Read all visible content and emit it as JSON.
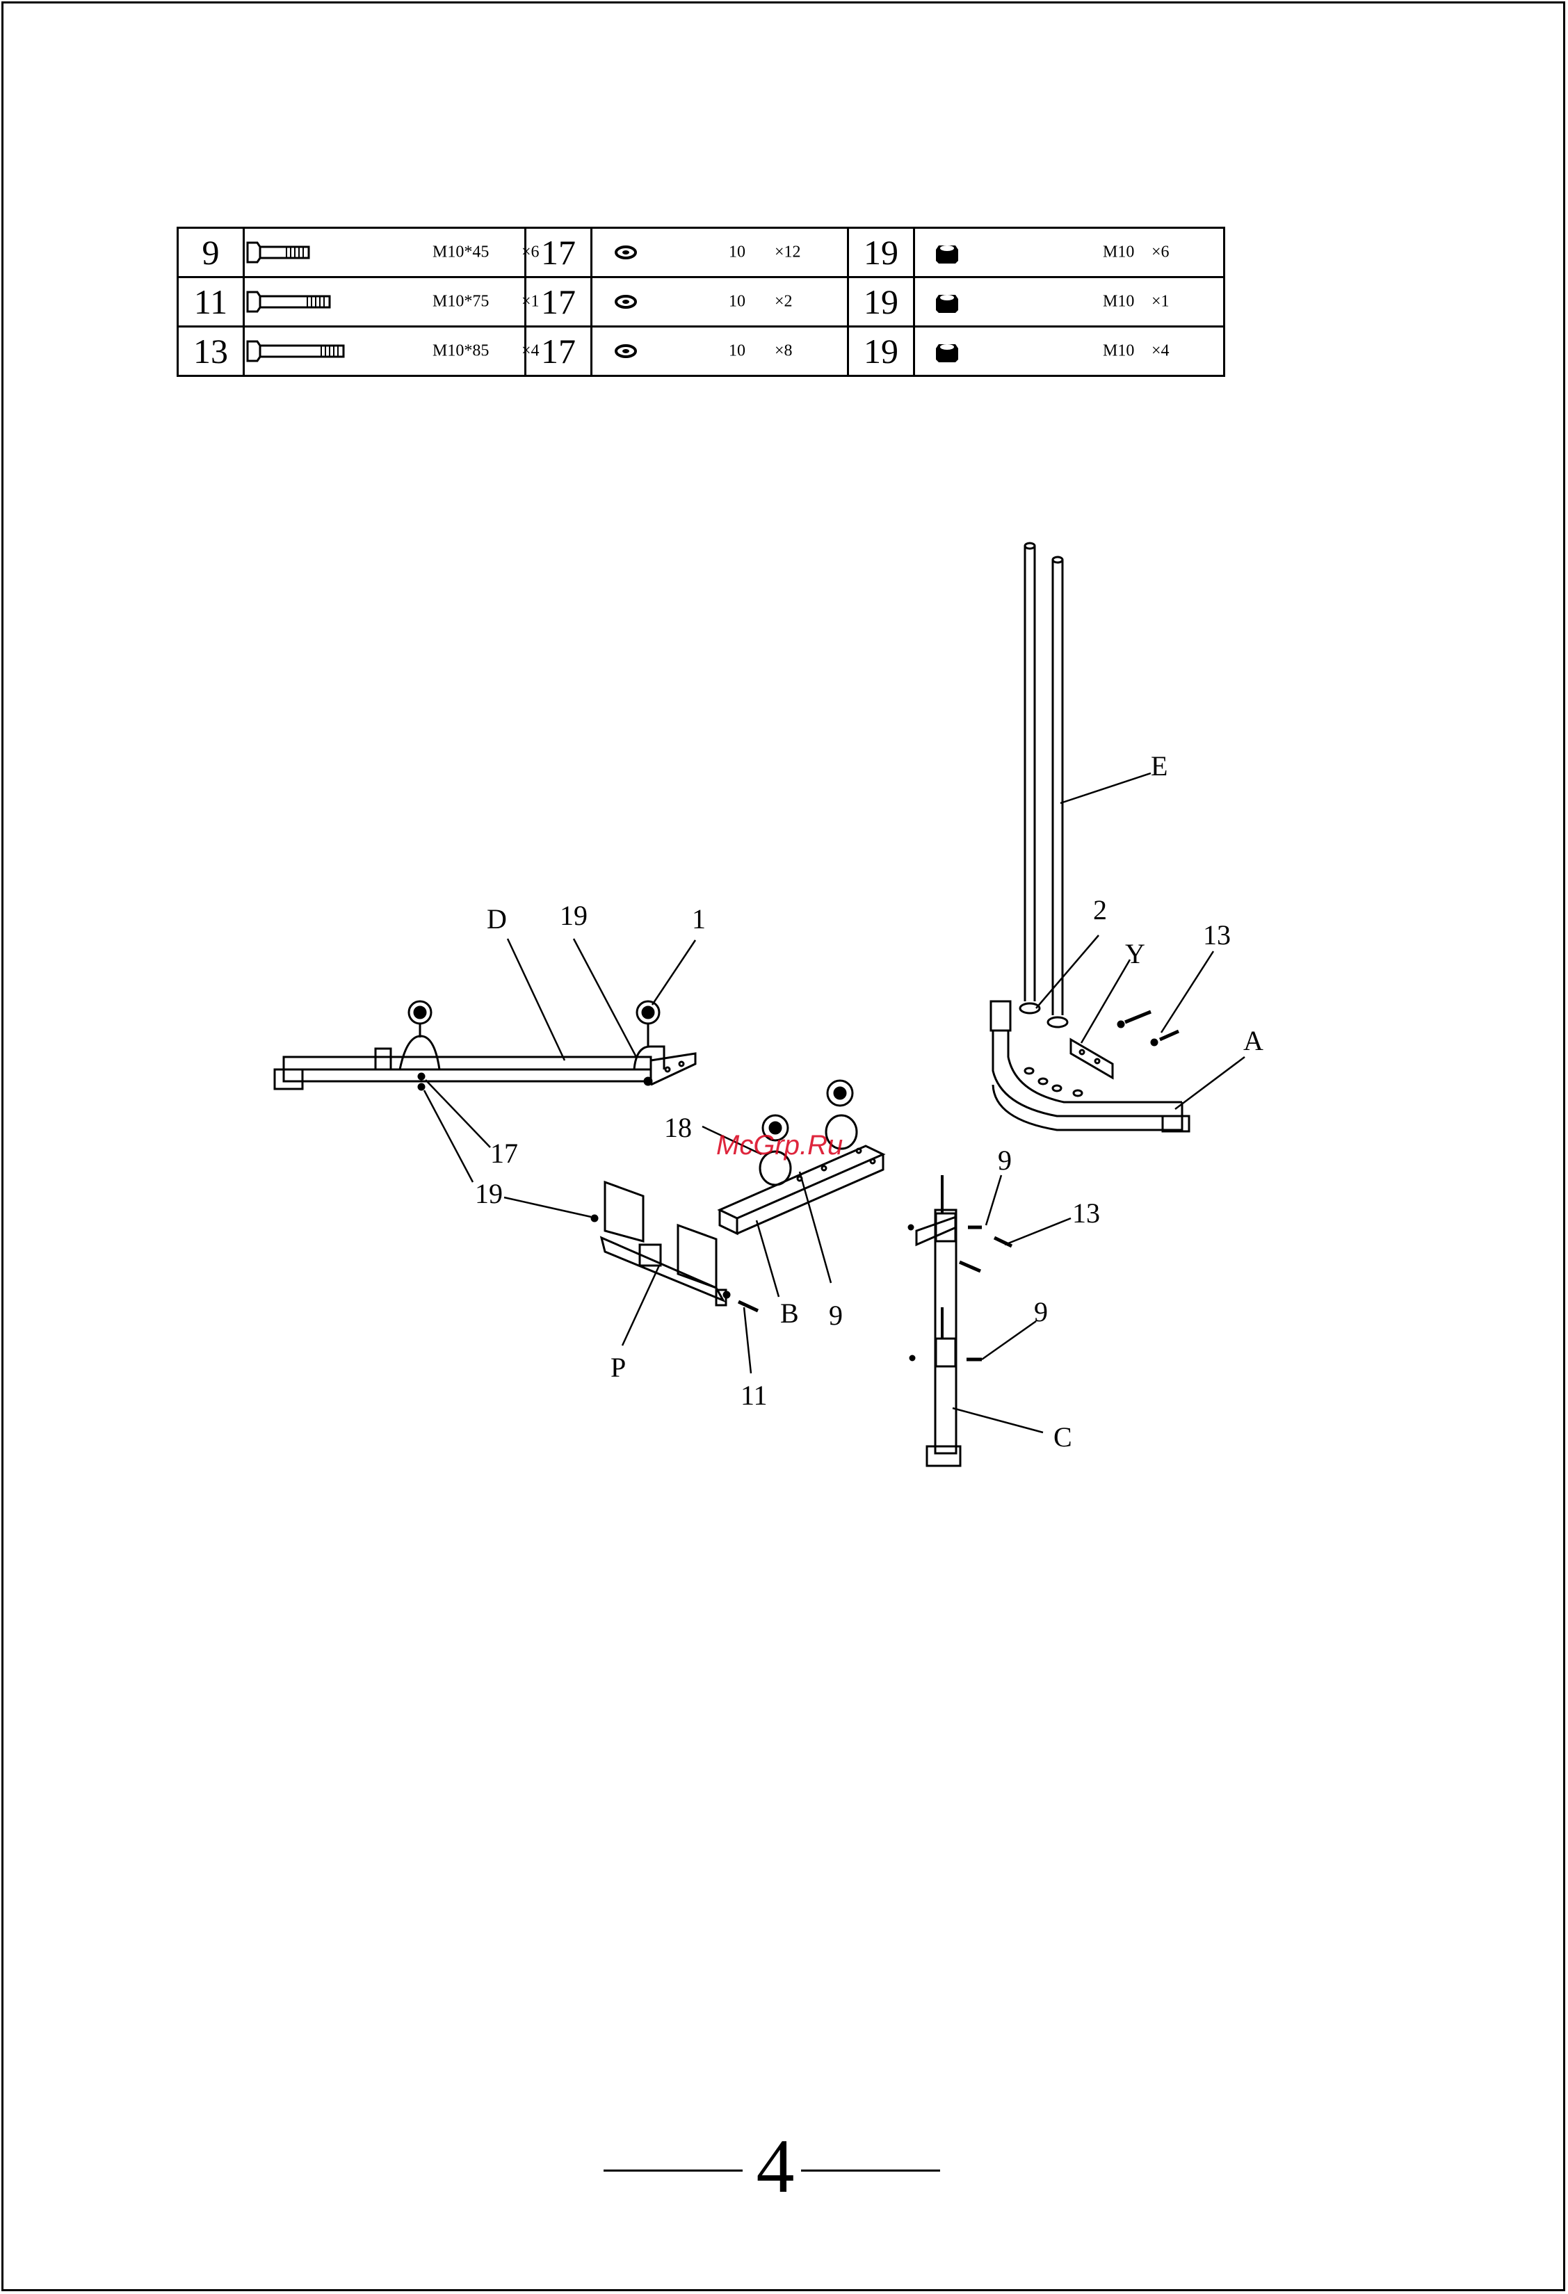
{
  "parts_table": {
    "rows": [
      [
        {
          "no": "9",
          "icon": "bolt-short-icon",
          "size": "M10*45",
          "qty": "×6"
        },
        {
          "no": "17",
          "icon": "washer-icon",
          "size": "10",
          "qty": "×12"
        },
        {
          "no": "19",
          "icon": "nut-icon",
          "size": "M10",
          "qty": "×6"
        }
      ],
      [
        {
          "no": "11",
          "icon": "bolt-medium-icon",
          "size": "M10*75",
          "qty": "×1"
        },
        {
          "no": "17",
          "icon": "washer-icon",
          "size": "10",
          "qty": "×2"
        },
        {
          "no": "19",
          "icon": "nut-icon",
          "size": "M10",
          "qty": "×1"
        }
      ],
      [
        {
          "no": "13",
          "icon": "bolt-long-icon",
          "size": "M10*85",
          "qty": "×4"
        },
        {
          "no": "17",
          "icon": "washer-icon",
          "size": "10",
          "qty": "×8"
        },
        {
          "no": "19",
          "icon": "nut-icon",
          "size": "M10",
          "qty": "×4"
        }
      ]
    ]
  },
  "callouts": {
    "E": "E",
    "two": "2",
    "thirteen_a": "13",
    "Y": "Y",
    "A": "A",
    "D": "D",
    "nineteen_a": "19",
    "one": "1",
    "seventeen": "17",
    "nineteen_b": "19",
    "eighteen": "18",
    "B": "B",
    "nine_a": "9",
    "P": "P",
    "eleven": "11",
    "nine_b": "9",
    "thirteen_b": "13",
    "nine_c": "9",
    "C": "C"
  },
  "watermark": "McGrp.Ru",
  "page_number": "4"
}
